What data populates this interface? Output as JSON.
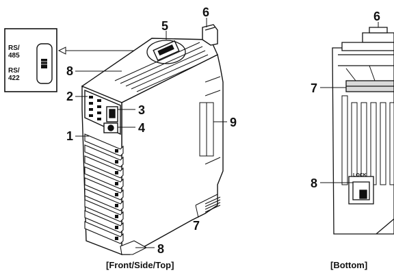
{
  "inset": {
    "line1": "RS/",
    "line2": "485",
    "line3": "RS/",
    "line4": "422"
  },
  "callouts": {
    "front": {
      "c1": "1",
      "c2": "2",
      "c3": "3",
      "c4": "4",
      "c5": "5",
      "c6": "6",
      "c7": "7",
      "c8_top": "8",
      "c8_bottom": "8",
      "c9": "9"
    },
    "bottom": {
      "c6": "6",
      "c7": "7",
      "c8": "8"
    }
  },
  "lock_text": "LOCK",
  "captions": {
    "front": "[Front/Side/Top]",
    "bottom": "[Bottom]"
  },
  "colors": {
    "line": "#111111",
    "device": "#ffffff",
    "shade": "#d9d9d9"
  },
  "icons": [
    "arrow-left-icon"
  ]
}
